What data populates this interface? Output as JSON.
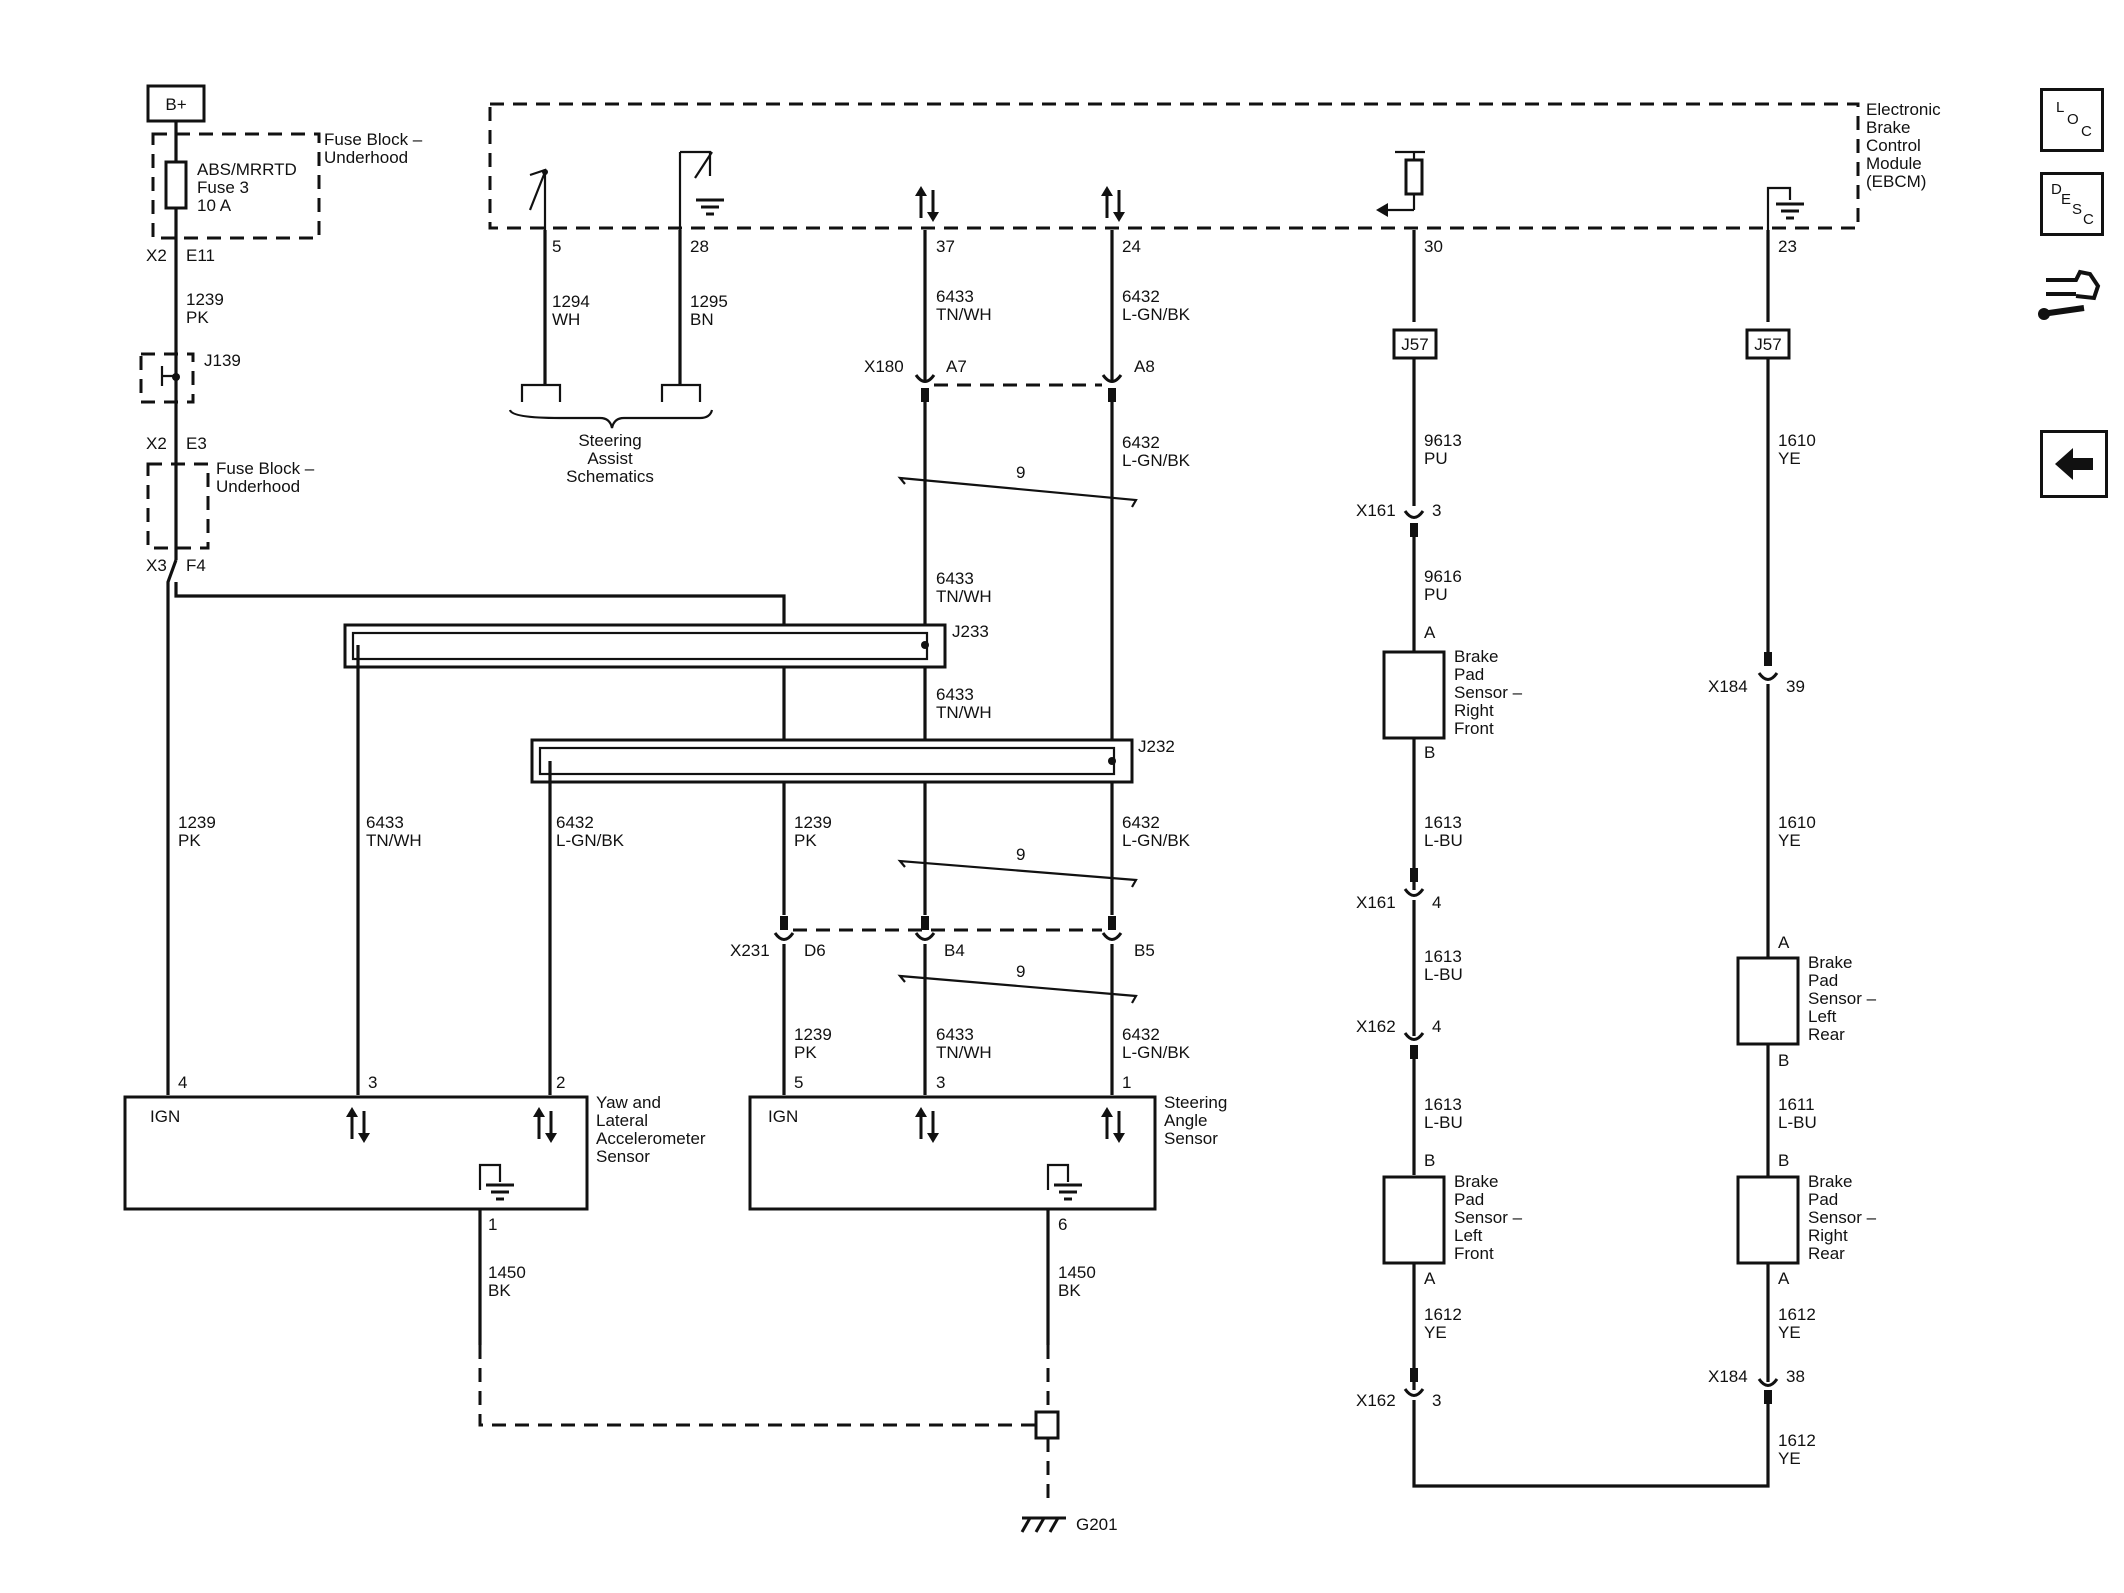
{
  "power": {
    "bplus": "B+"
  },
  "ebcm": {
    "line1": "Electronic",
    "line2": "Brake",
    "line3": "Control",
    "line4": "Module",
    "line5": "(EBCM)"
  },
  "fuse_block_top": {
    "line1": "Fuse Block –",
    "line2": "Underhood"
  },
  "fuse_block_mid": {
    "line1": "Fuse Block –",
    "line2": "Underhood"
  },
  "fuse": {
    "line1": "ABS/MRRTD",
    "line2": "Fuse 3",
    "line3": "10 A"
  },
  "steering_assist": {
    "line1": "Steering",
    "line2": "Assist",
    "line3": "Schematics"
  },
  "yaw_sensor": {
    "line1": "Yaw and",
    "line2": "Lateral",
    "line3": "Accelerometer",
    "line4": "Sensor",
    "ign": "IGN"
  },
  "steer_angle_sensor": {
    "line1": "Steering",
    "line2": "Angle",
    "line3": "Sensor",
    "ign": "IGN"
  },
  "bp_rf": {
    "line1": "Brake",
    "line2": "Pad",
    "line3": "Sensor –",
    "line4": "Right",
    "line5": "Front"
  },
  "bp_lr": {
    "line1": "Brake",
    "line2": "Pad",
    "line3": "Sensor –",
    "line4": "Left",
    "line5": "Rear"
  },
  "bp_lf": {
    "line1": "Brake",
    "line2": "Pad",
    "line3": "Sensor –",
    "line4": "Left",
    "line5": "Front"
  },
  "bp_rr": {
    "line1": "Brake",
    "line2": "Pad",
    "line3": "Sensor –",
    "line4": "Right",
    "line5": "Rear"
  },
  "ground": {
    "g201": "G201"
  },
  "nav": {
    "loc_l": "L",
    "loc_o": "O",
    "loc_c": "C",
    "desc_d": "D",
    "desc_e": "E",
    "desc_s": "S",
    "desc_c": "C"
  },
  "labels": {
    "x2a": "X2",
    "e11": "E11",
    "w1239a": "1239",
    "pka": "PK",
    "j139": "J139",
    "x2b": "X2",
    "e3": "E3",
    "x3": "X3",
    "f4": "F4",
    "p5": "5",
    "p28": "28",
    "p37": "37",
    "p24": "24",
    "p30": "30",
    "p23": "23",
    "w1294": "1294",
    "wh": "WH",
    "w1295": "1295",
    "bn": "BN",
    "w6433a": "6433",
    "tnwha": "TN/WH",
    "w6432a": "6432",
    "lgnbka": "L-GN/BK",
    "x180": "X180",
    "a7": "A7",
    "a8": "A8",
    "w6432b": "6432",
    "lgnbkb": "L-GN/BK",
    "twist1": "9",
    "w6433b": "6433",
    "tnwhb": "TN/WH",
    "j233": "J233",
    "w6433c": "6433",
    "tnwhc": "TN/WH",
    "j232": "J232",
    "w1239b": "1239",
    "pkb": "PK",
    "w6433d": "6433",
    "tnwhd": "TN/WH",
    "w6432c": "6432",
    "lgnbkc": "L-GN/BK",
    "w1239c": "1239",
    "pkc": "PK",
    "w6432d": "6432",
    "lgnbkd": "L-GN/BK",
    "twist2": "9",
    "x231": "X231",
    "d6": "D6",
    "b4": "B4",
    "b5": "B5",
    "twist3": "9",
    "w1239d": "1239",
    "pkd": "PK",
    "w6433e": "6433",
    "tnwhe": "TN/WH",
    "w6432e": "6432",
    "lgnbke": "L-GN/BK",
    "yp4": "4",
    "yp3": "3",
    "yp2": "2",
    "sp5": "5",
    "sp3": "3",
    "sp1": "1",
    "yp1": "1",
    "sp6": "6",
    "w1450a": "1450",
    "bka": "BK",
    "w1450b": "1450",
    "bkb": "BK",
    "j57a": "J57",
    "j57b": "J57",
    "w9613": "9613",
    "pua": "PU",
    "x161a": "X161",
    "c3a": "3",
    "w9616": "9616",
    "pub": "PU",
    "ra": "A",
    "rb": "B",
    "w1613a": "1613",
    "lbua": "L-BU",
    "x161b": "X161",
    "c4a": "4",
    "w1613b": "1613",
    "lbub": "L-BU",
    "x162a": "X162",
    "c4b": "4",
    "w1613c": "1613",
    "lbuc": "L-BU",
    "lfb": "B",
    "lfa": "A",
    "w1612a": "1612",
    "yea": "YE",
    "x162b": "X162",
    "c3b": "3",
    "w1610a": "1610",
    "yeb": "YE",
    "x184a": "X184",
    "c39": "39",
    "w1610b": "1610",
    "yec": "YE",
    "lra": "A",
    "lrb": "B",
    "w1611": "1611",
    "lbud": "L-BU",
    "rrb": "B",
    "rra": "A",
    "w1612b": "1612",
    "yed": "YE",
    "x184b": "X184",
    "c38": "38",
    "w1612c": "1612",
    "yee": "YE"
  }
}
